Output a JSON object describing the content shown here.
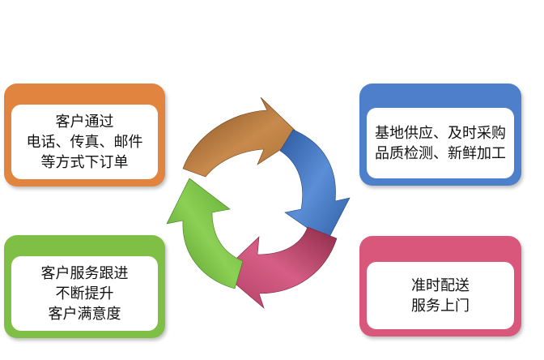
{
  "colors": {
    "order": "#e0843f",
    "supply": "#4d7fca",
    "service": "#7fbf45",
    "delivery": "#d8577b",
    "arrow_brown": "#a8703a",
    "arrow_blue": "#3e6eb4",
    "arrow_green": "#6eb33f",
    "arrow_pink": "#c0456c"
  },
  "cards": {
    "order": {
      "lines": [
        "客户通过",
        "电话、传真、邮件",
        "等方式下订单"
      ]
    },
    "supply": {
      "lines": [
        "基地供应、及时采购",
        "品质检测、新鲜加工"
      ]
    },
    "service": {
      "lines": [
        "客户服务跟进",
        "不断提升",
        "客户满意度"
      ]
    },
    "delivery": {
      "lines": [
        "准时配送",
        "服务上门"
      ]
    }
  }
}
